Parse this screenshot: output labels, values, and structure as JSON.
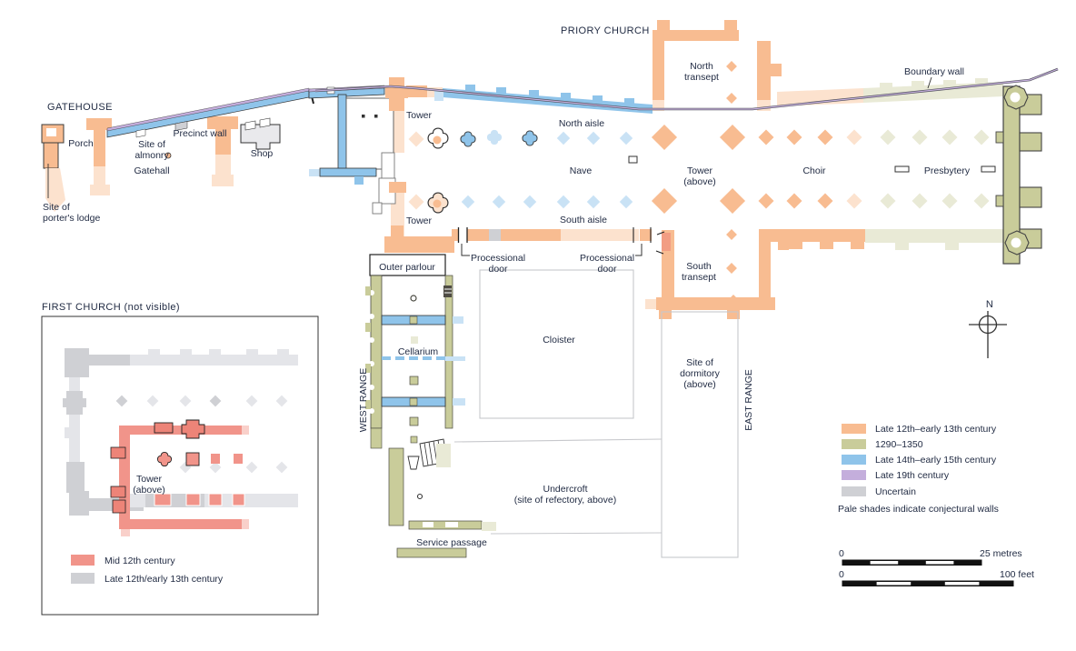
{
  "colors": {
    "orange": "#F8BC91",
    "orange_pale": "#FCE2CE",
    "green": "#C9CC9A",
    "green_pale": "#E9EAD6",
    "blue": "#8FC4EA",
    "blue_pale": "#C9E2F5",
    "purple": "#C4AEDC",
    "grey": "#CFD0D4",
    "grey_pale": "#E4E5E9",
    "salmon": "#F1948A",
    "ink": "#222C44"
  },
  "plan": {
    "title": "PRIORY CHURCH",
    "north_label": "N",
    "gatehouse": {
      "title": "GATEHOUSE",
      "porch": "Porch",
      "gatehall": "Gatehall",
      "porters_lodge_1": "Site of",
      "porters_lodge_2": "porter's lodge",
      "precinct_wall": "Precinct wall",
      "almonry_1": "Site of",
      "almonry_2": "almonry",
      "shop": "Shop"
    },
    "church": {
      "north_transept_1": "North",
      "north_transept_2": "transept",
      "north_aisle": "North aisle",
      "nave": "Nave",
      "tower_nw": "Tower",
      "tower_sw": "Tower",
      "tower_above_1": "Tower",
      "tower_above_2": "(above)",
      "choir": "Choir",
      "presbytery": "Presbytery",
      "boundary_wall": "Boundary wall",
      "south_aisle": "South aisle",
      "south_transept_1": "South",
      "south_transept_2": "transept",
      "processional_1": "Processional",
      "processional_2": "door"
    },
    "claustral": {
      "outer_parlour": "Outer parlour",
      "cellarium": "Cellarium",
      "west_range": "WEST RANGE",
      "east_range": "EAST RANGE",
      "cloister": "Cloister",
      "dormitory_1": "Site of",
      "dormitory_2": "dormitory",
      "dormitory_3": "(above)",
      "undercroft_1": "Undercroft",
      "undercroft_2": "(site of refectory, above)",
      "service_passage": "Service passage"
    }
  },
  "inset": {
    "title": "FIRST CHURCH (not visible)",
    "tower_above_1": "Tower",
    "tower_above_2": "(above)",
    "legend": [
      {
        "label": "Mid 12th century",
        "color": "#F1948A"
      },
      {
        "label": "Late 12th/early 13th century",
        "color": "#CFD0D4"
      }
    ]
  },
  "legend": {
    "items": [
      {
        "label": "Late 12th–early 13th century",
        "color": "#F8BC91"
      },
      {
        "label": "1290–1350",
        "color": "#C9CC9A"
      },
      {
        "label": "Late 14th–early 15th century",
        "color": "#8FC4EA"
      },
      {
        "label": "Late 19th century",
        "color": "#C4AEDC"
      },
      {
        "label": "Uncertain",
        "color": "#CFD0D4"
      }
    ],
    "note": "Pale shades indicate conjectural walls"
  },
  "scale": {
    "metres_0": "0",
    "metres_max": "25 metres",
    "feet_0": "0",
    "feet_max": "100 feet"
  }
}
